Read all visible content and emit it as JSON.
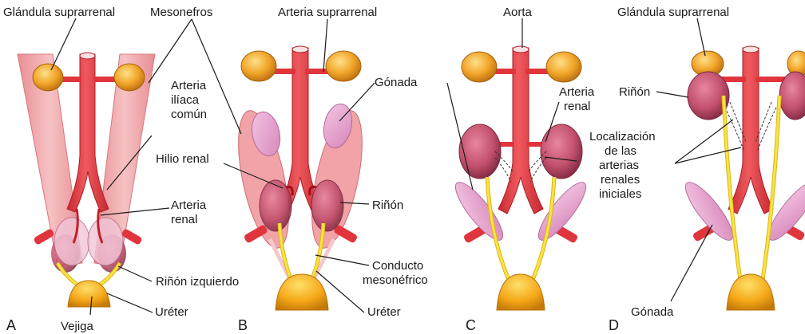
{
  "panels": [
    "A",
    "B",
    "C",
    "D"
  ],
  "labels": {
    "glandula_a": "Glándula suprarrenal",
    "mesonefros": "Mesonefros",
    "arteria_iliaca_1": "Arteria",
    "arteria_iliaca_2": "ilíaca",
    "arteria_iliaca_3": "común",
    "arteria_renal_a_1": "Arteria",
    "arteria_renal_a_2": "renal",
    "rinon_izquierdo": "Riñón izquierdo",
    "vejiga": "Vejiga",
    "ureter_a": "Uréter",
    "arteria_suprarrenal": "Arteria suprarrenal",
    "gonada_b": "Gónada",
    "hilio_renal": "Hilio renal",
    "rinon_b": "Riñón",
    "conducto_1": "Conducto",
    "conducto_2": "mesonéfrico",
    "ureter_b": "Uréter",
    "aorta": "Aorta",
    "arteria_renal_c_1": "Arteria",
    "arteria_renal_c_2": "renal",
    "localizacion_1": "Localización",
    "localizacion_2": "de las",
    "localizacion_3": "arterias",
    "localizacion_4": "renales",
    "localizacion_5": "iniciales",
    "glandula_d": "Glándula suprarrenal",
    "rinon_d": "Riñón",
    "gonada_d": "Gónada"
  },
  "colors": {
    "artery": "#e8393f",
    "artery_dark": "#b8242b",
    "adrenal": "#f2a62a",
    "adrenal_dark": "#c77a12",
    "mesonephros": "#f0a5a8",
    "kidney": "#c2506c",
    "kidney_dark": "#8e2f49",
    "gonad": "#e8a9d0",
    "ureter": "#f4df3a",
    "bladder": "#f5a718",
    "text": "#1a1a1a"
  }
}
